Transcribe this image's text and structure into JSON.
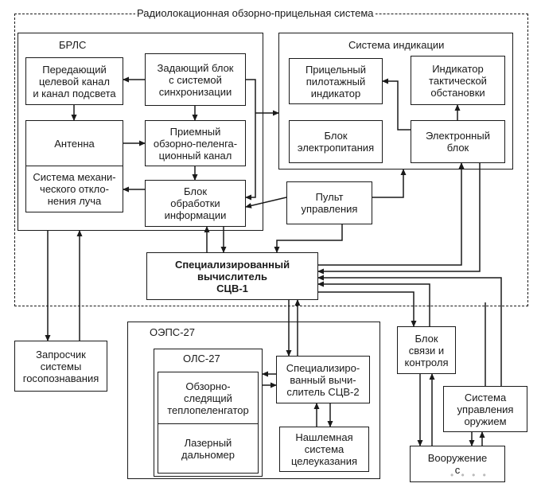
{
  "diagram": {
    "system_title": "Радиолокационная обзорно-прицельная система",
    "groups": {
      "brls": "БРЛС",
      "indication": "Система индикации",
      "oeps": "ОЭПС-27",
      "ols": "ОЛС-27"
    },
    "blocks": {
      "transmitter": "Передающий\nцелевой канал\nи канал подсвета",
      "master": "Задающий блок\nс системой\nсинхронизации",
      "antenna": "Антенна",
      "receiver": "Приемный\nобзорно-пеленга-\nционный канал",
      "mech": "Система механи-\nческого откло-\nнения луча",
      "processing": "Блок\nобработки\nинформации",
      "sight_ind": "Прицельный\nпилотажный\nиндикатор",
      "tactical_ind": "Индикатор\nтактической\nобстановки",
      "power": "Блок\nэлектропитания",
      "electronic": "Электронный\nблок",
      "panel": "Пульт\nуправления",
      "computer1": "Специализированный\nвычислитель\nСЦВ-1",
      "interrogator": "Запросчик\nсистемы\nгосопознавания",
      "comm": "Блок\nсвязи и\nконтроля",
      "thermal": "Обзорно-\nследящий\nтеплопеленгатор",
      "laser": "Лазерный\nдальномер",
      "computer2": "Специализиро-\nванный вычи-\nслитель СЦВ-2",
      "helmet": "Нашлемная\nсистема\nцелеуказания",
      "weapon_ctrl": "Система\nуправления\nоружием",
      "armament": "Вооружение\nс"
    },
    "watermark": "• • • •"
  }
}
